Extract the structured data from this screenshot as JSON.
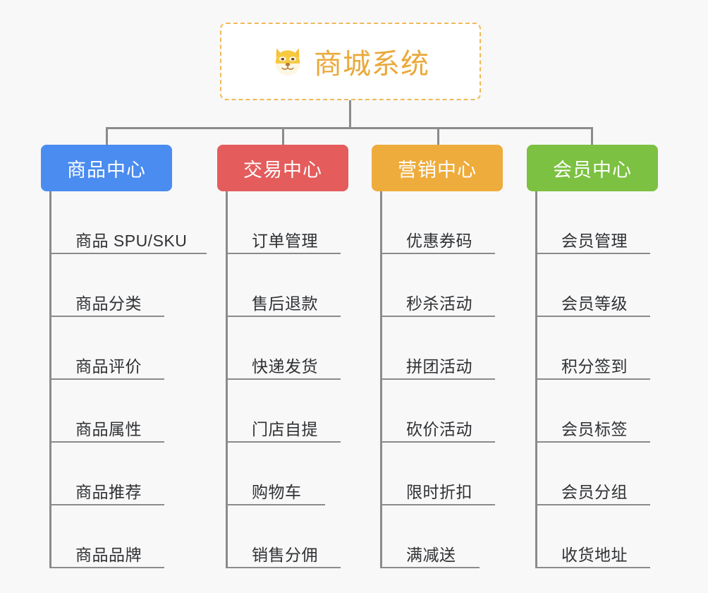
{
  "page": {
    "background_color": "#f8f8f8",
    "connector_color": "#8b8b8b",
    "leaf_text_color": "#2f3134"
  },
  "root": {
    "title": "商城系统",
    "icon": "dog-face-icon",
    "text_color": "#e9a93a",
    "border_color": "#f0b95a",
    "background_color": "#ffffff"
  },
  "columns": [
    {
      "label": "商品中心",
      "color": "#4a8cf0",
      "items": [
        "商品 SPU/SKU",
        "商品分类",
        "商品评价",
        "商品属性",
        "商品推荐",
        "商品品牌"
      ]
    },
    {
      "label": "交易中心",
      "color": "#e55c5c",
      "items": [
        "订单管理",
        "售后退款",
        "快递发货",
        "门店自提",
        "购物车",
        "销售分佣"
      ]
    },
    {
      "label": "营销中心",
      "color": "#eeac3c",
      "items": [
        "优惠券码",
        "秒杀活动",
        "拼团活动",
        "砍价活动",
        "限时折扣",
        "满减送"
      ]
    },
    {
      "label": "会员中心",
      "color": "#7cc142",
      "items": [
        "会员管理",
        "会员等级",
        "积分签到",
        "会员标签",
        "会员分组",
        "收货地址"
      ]
    }
  ]
}
